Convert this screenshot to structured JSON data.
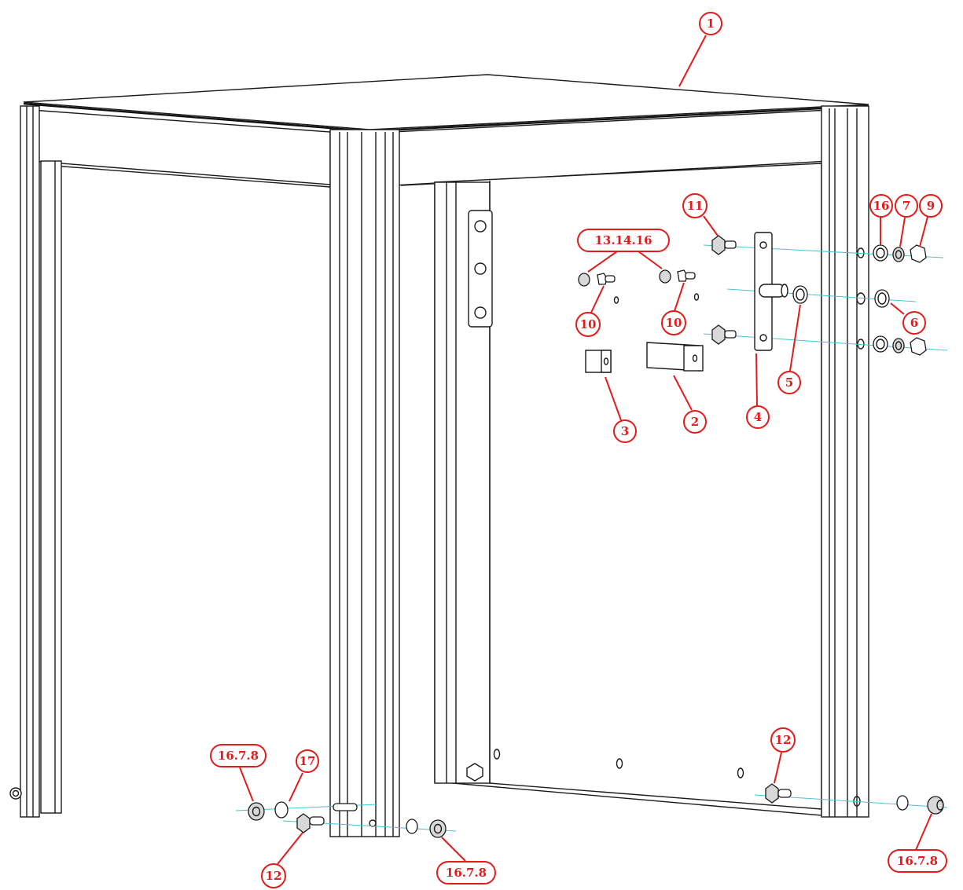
{
  "callouts": [
    {
      "id": "c1",
      "text": "1"
    },
    {
      "id": "c2",
      "text": "2"
    },
    {
      "id": "c3",
      "text": "3"
    },
    {
      "id": "c4",
      "text": "4"
    },
    {
      "id": "c5",
      "text": "5"
    },
    {
      "id": "c6",
      "text": "6"
    },
    {
      "id": "c7",
      "text": "7"
    },
    {
      "id": "c9",
      "text": "9"
    },
    {
      "id": "c10a",
      "text": "10"
    },
    {
      "id": "c10b",
      "text": "10"
    },
    {
      "id": "c11",
      "text": "11"
    },
    {
      "id": "c12a",
      "text": "12"
    },
    {
      "id": "c12b",
      "text": "12"
    },
    {
      "id": "c13",
      "text": "13.14.16"
    },
    {
      "id": "c16",
      "text": "16"
    },
    {
      "id": "c16a",
      "text": "16.7.8"
    },
    {
      "id": "c16b",
      "text": "16.7.8"
    },
    {
      "id": "c16c",
      "text": "16.7.8"
    },
    {
      "id": "c17",
      "text": "17"
    }
  ],
  "colors": {
    "callout": "#e31b1b",
    "axis": "#3fc6d4",
    "line": "#1a1a1a"
  }
}
